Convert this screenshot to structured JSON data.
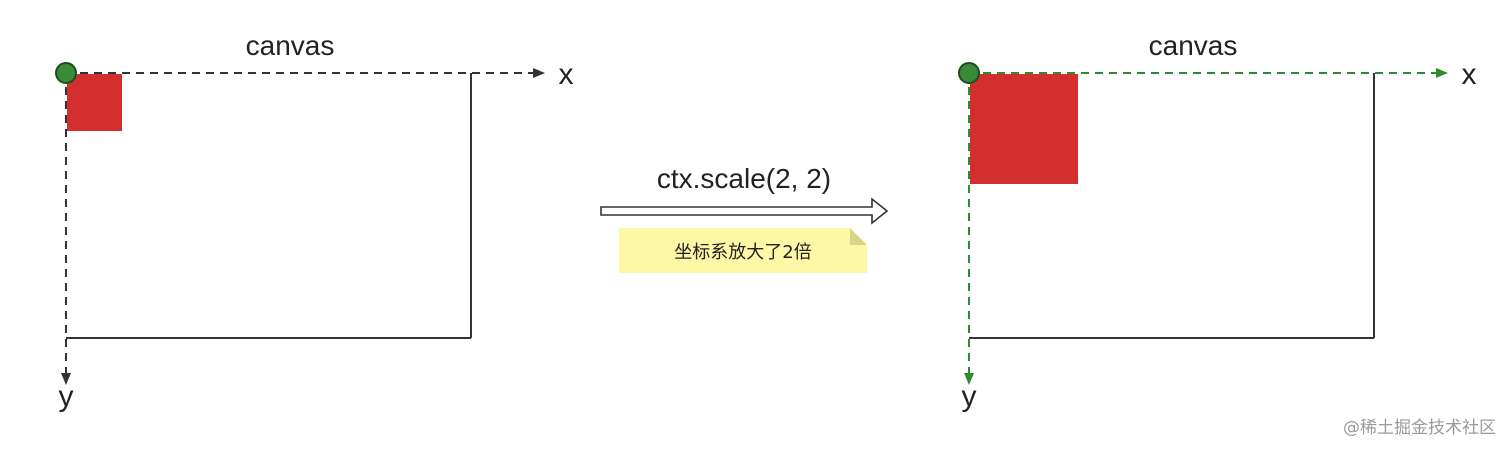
{
  "left_panel": {
    "title": "canvas",
    "x_axis_label": "x",
    "y_axis_label": "y",
    "axis_color": "#333333"
  },
  "right_panel": {
    "title": "canvas",
    "x_axis_label": "x",
    "y_axis_label": "y",
    "axis_color": "#2e8b2e"
  },
  "transform": {
    "code": "ctx.scale(2, 2)",
    "note": "坐标系放大了2倍",
    "scale_factor": 2
  },
  "colors": {
    "rect_fill": "#d32f2f",
    "origin_dot": "#3a8a3a",
    "note_bg": "#fdf8a6",
    "note_fold": "#d9d48a"
  },
  "watermark": "@稀土掘金技术社区"
}
